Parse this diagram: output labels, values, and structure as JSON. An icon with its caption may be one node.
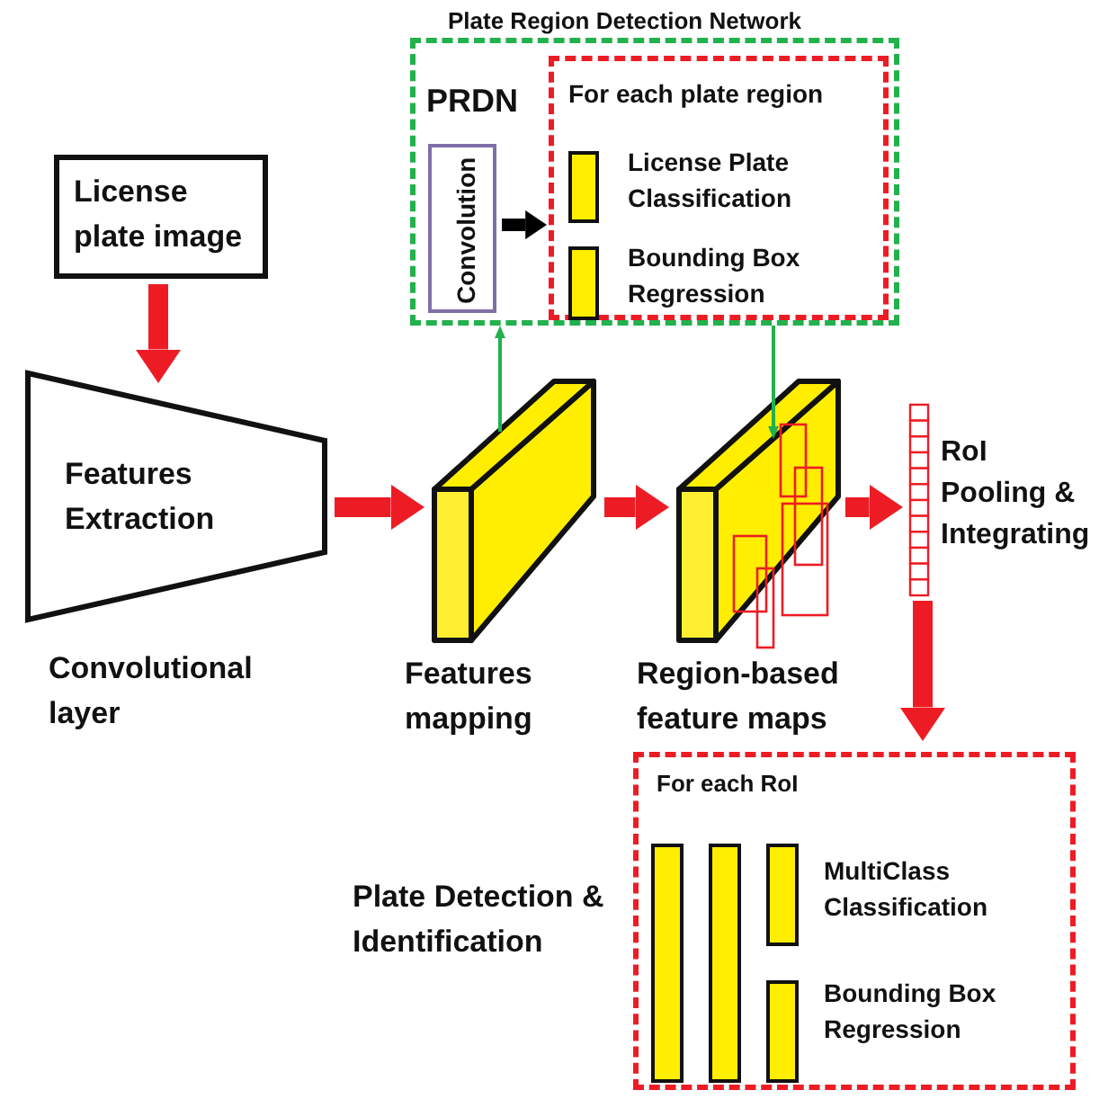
{
  "diagram": {
    "nodes": [
      {
        "text": [
          "Plate Region Detection Network",
          "PRDN"
        ]
      },
      {
        "text": [
          "Convolution"
        ],
        "in": 0
      },
      {
        "text": [
          "For each plate region"
        ],
        "in": 0
      },
      {
        "text": [],
        "shape": "bar",
        "in": 2,
        "beside": [
          "License Plate Classification"
        ]
      },
      {
        "text": [],
        "shape": "bar",
        "in": 2,
        "beside": [
          "Bounding Box Regression"
        ]
      },
      {
        "text": [
          "License plate image"
        ]
      },
      {
        "text": [
          "Features Extraction"
        ],
        "beside": [
          "Convolutional layer"
        ]
      },
      {
        "text": [],
        "shape": "box",
        "beside": [
          "Features mapping"
        ]
      },
      {
        "text": [],
        "shape": "box",
        "beside": [
          "Region-based feature maps"
        ]
      },
      {
        "text": [],
        "shape": "bar",
        "beside": [
          "RoI Pooling & Integrating"
        ]
      },
      {
        "text": [
          "For each RoI"
        ],
        "beside": [
          "Plate Detection & Identification"
        ]
      },
      {
        "text": [],
        "shape": "bar",
        "in": 10
      },
      {
        "text": [],
        "shape": "bar",
        "in": 10
      },
      {
        "text": [],
        "shape": "bar",
        "in": 10,
        "beside": [
          "MultiClass Classification"
        ]
      },
      {
        "text": [],
        "shape": "bar",
        "in": 10,
        "beside": [
          "Bounding Box Regression"
        ]
      }
    ],
    "edges": [
      {
        "from": 5,
        "to": 6,
        "arrow": "to"
      },
      {
        "from": 6,
        "to": 7,
        "arrow": "to"
      },
      {
        "from": 7,
        "to": 8,
        "arrow": "to"
      },
      {
        "from": 8,
        "to": 9,
        "arrow": "to"
      },
      {
        "from": 9,
        "to": 10,
        "arrow": "to"
      },
      {
        "from": 7,
        "to": 0,
        "arrow": "to",
        "color": "#22b14c"
      },
      {
        "from": 0,
        "to": 8,
        "arrow": "to",
        "color": "#22b14c"
      },
      {
        "from": 1,
        "to": 2,
        "arrow": "to",
        "color": "#000000"
      }
    ]
  }
}
